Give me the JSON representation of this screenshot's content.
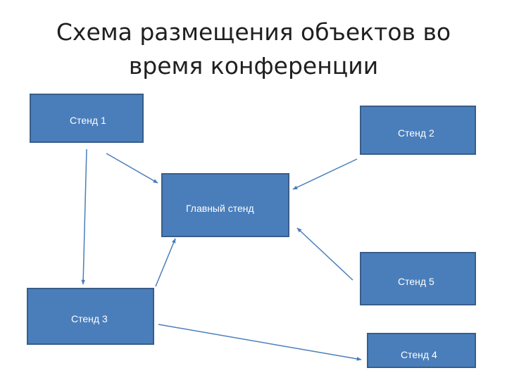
{
  "title": {
    "line1": "Схема размещения объектов во",
    "line2": "время конференции"
  },
  "boxes": {
    "stand1": "Стенд 1",
    "stand2": "Стенд 2",
    "main": "Главный стенд",
    "stand5": "Стенд 5",
    "stand3": "Стенд 3",
    "stand4": "Стенд 4"
  },
  "colors": {
    "box_fill": "#4a7ebb",
    "box_border": "#385d8a",
    "arrow": "#4a7ebb",
    "box_text": "#ffffff"
  }
}
